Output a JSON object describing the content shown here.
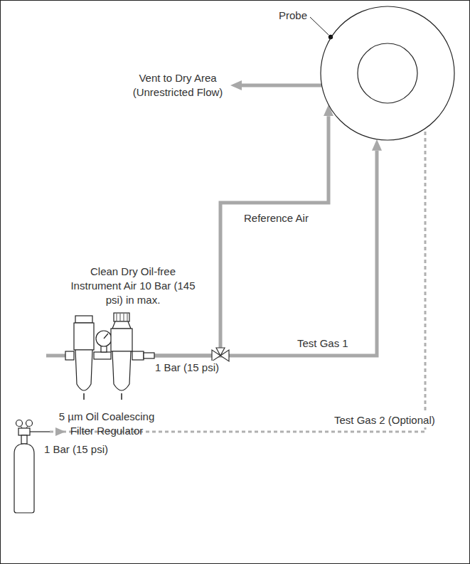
{
  "diagram": {
    "nodes": [
      {
        "text": [
          "Probe"
        ]
      },
      {
        "text": [
          "Clean Dry Oil-free Instrument Air 10 Bar (145 psi) in max.",
          "5 µm Oil Coalescing Filter Regulator"
        ]
      },
      {
        "text": [
          "Vent to Dry Area (Unrestricted Flow)"
        ]
      },
      {
        "text": [
          "1 Bar (15 psi)"
        ]
      }
    ],
    "edges": [
      {
        "from": 1,
        "to": 0,
        "label": "Reference Air",
        "arrow": "to"
      },
      {
        "from": 1,
        "to": 0,
        "label": "Test Gas 1",
        "arrow": "to"
      },
      {
        "from": 0,
        "to": 2,
        "arrow": "to"
      },
      {
        "from": 3,
        "to": 0,
        "label": "Test Gas 2 (Optional)",
        "arrow": "to"
      }
    ],
    "labels": [
      "1 Bar (15 psi)"
    ]
  }
}
